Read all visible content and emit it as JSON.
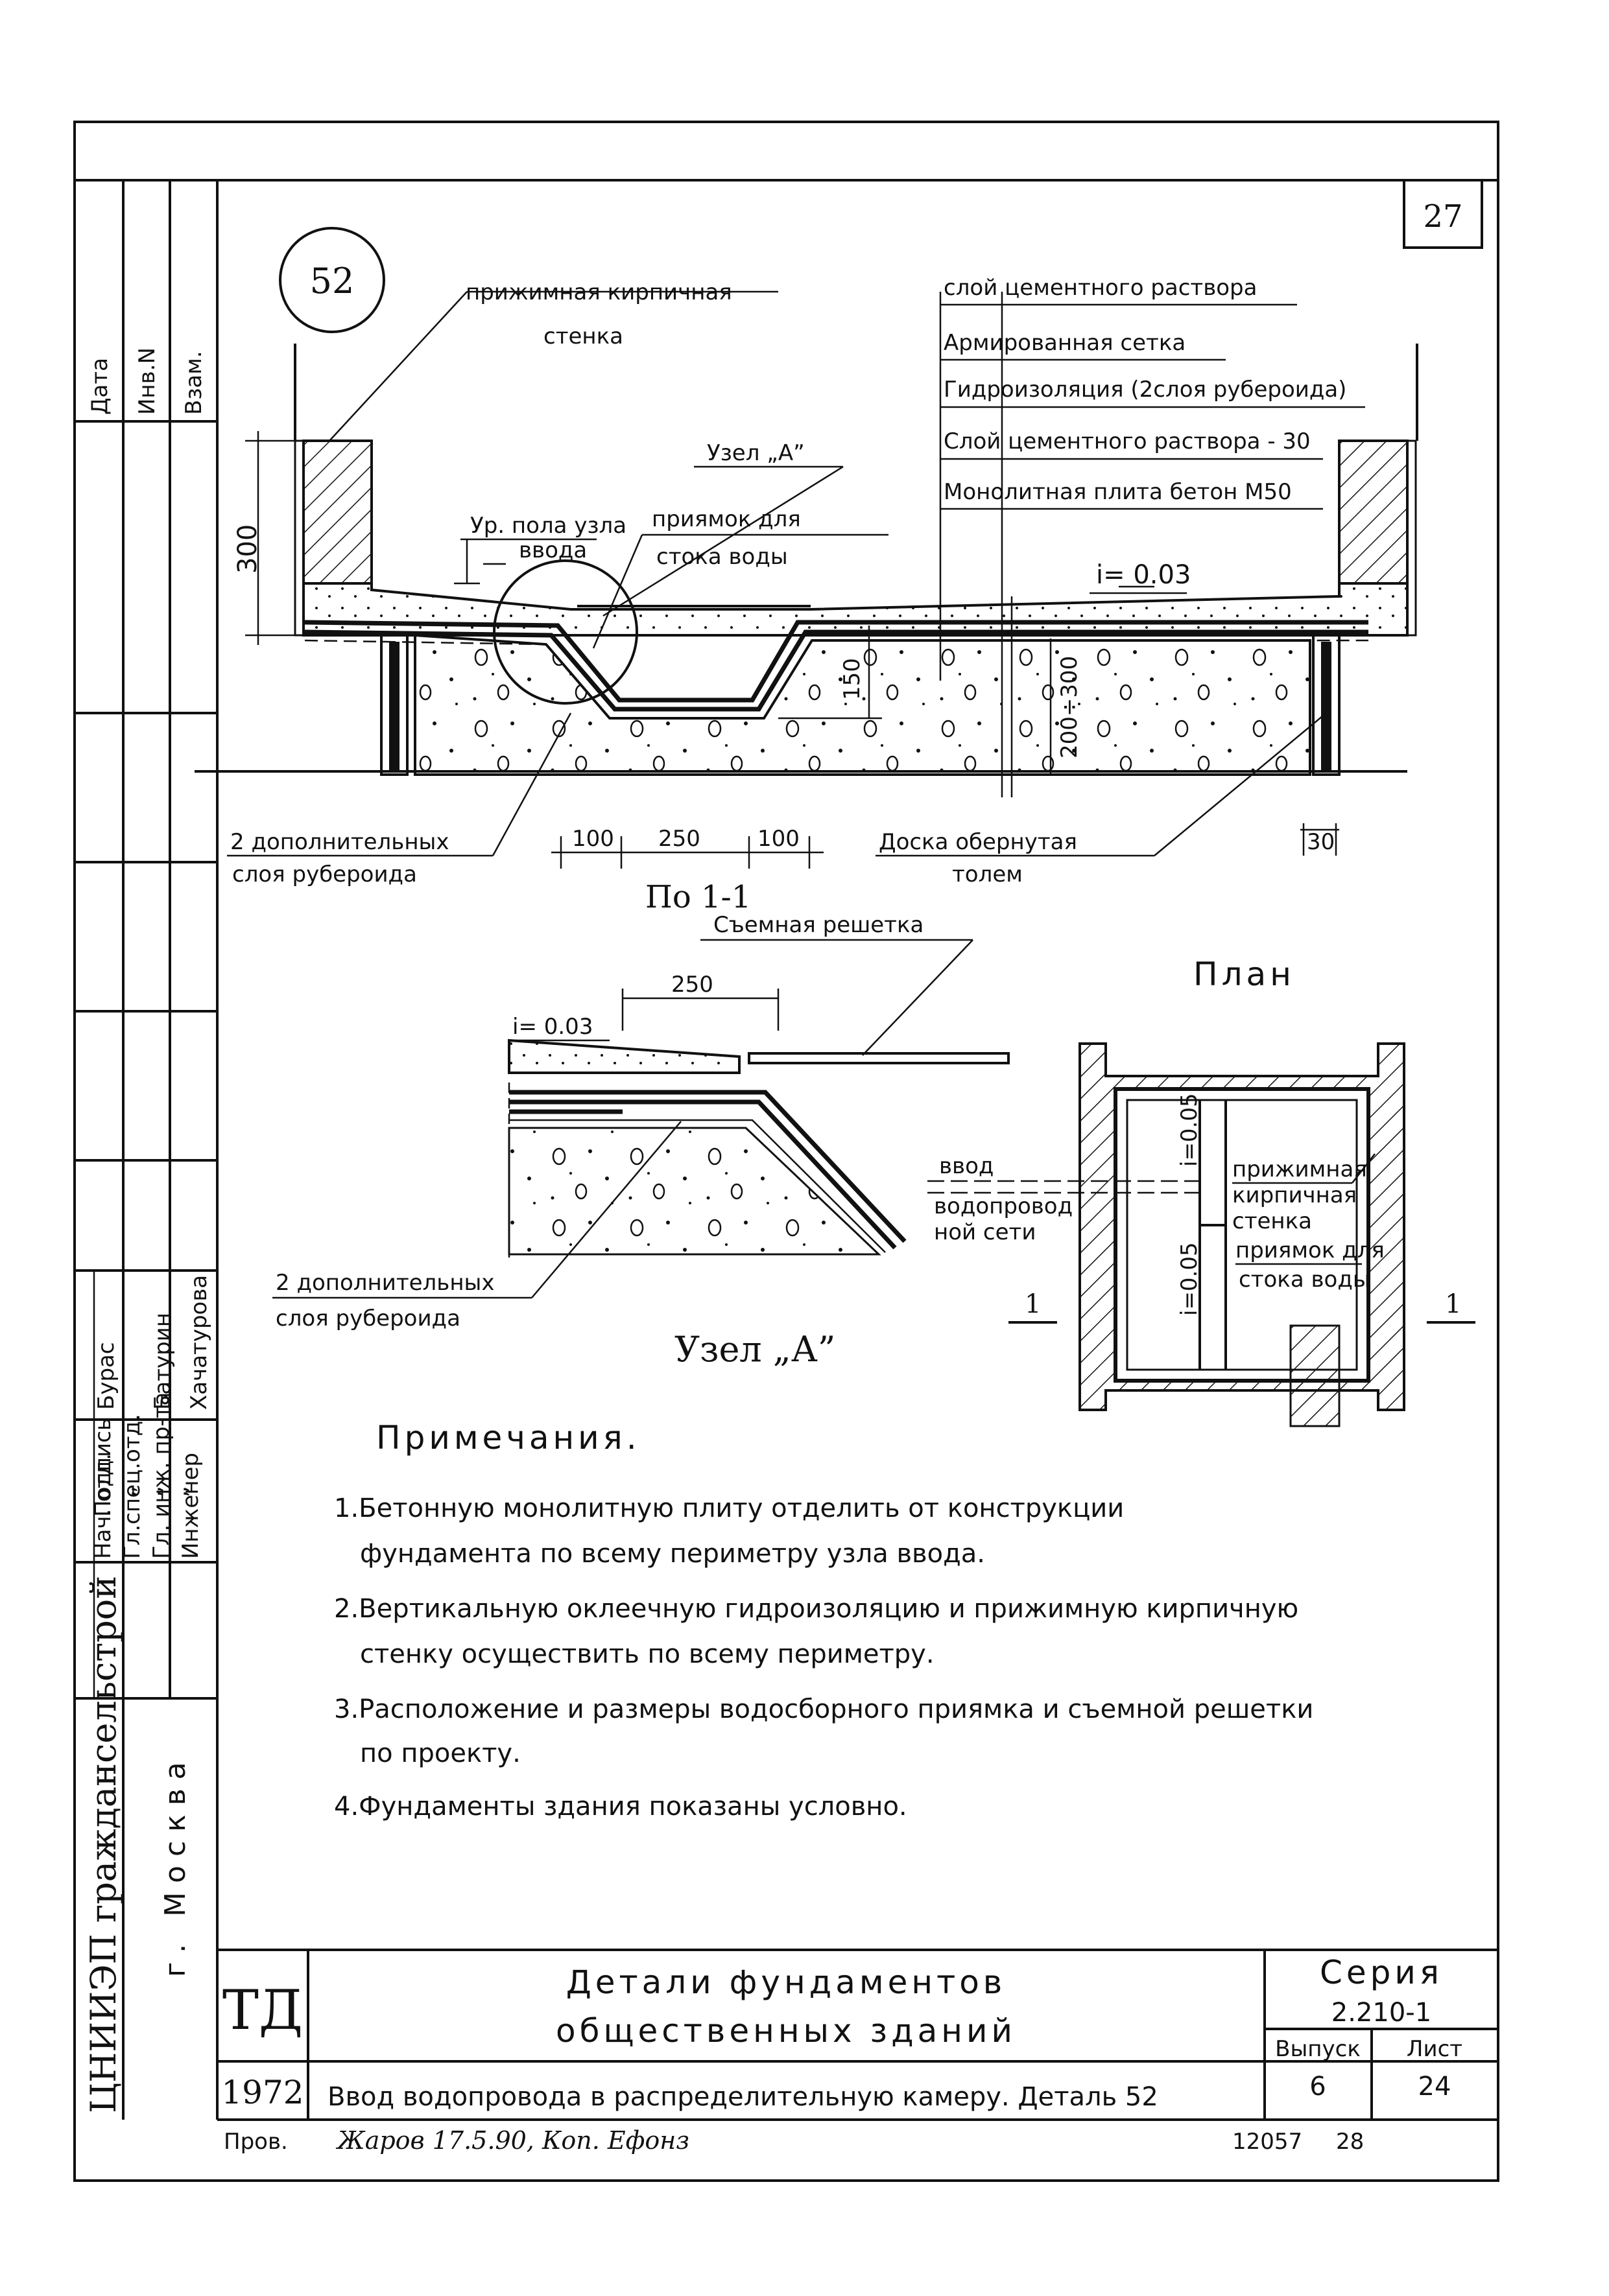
{
  "sheet_number": "27",
  "detail_number": "52",
  "section_labels": {
    "brick_wall": [
      "прижимная кирпичная",
      "стенка"
    ],
    "node_a_ref": "Узел „А”",
    "floor_level": [
      "Ур. пола узла",
      "ввода"
    ],
    "drain_pit": [
      "приямок для",
      "стока воды"
    ],
    "layers": [
      "слой цементного раствора",
      "Армированная сетка",
      "Гидроизоляция (2слоя рубероида)",
      "Слой цементного раствора - 30",
      "Монолитная плита бетон М50"
    ],
    "slope": "i= 0.03",
    "extra_layers": [
      "2 дополнительных",
      "слоя рубероида"
    ],
    "board": [
      "Доска обернутая",
      "толем"
    ]
  },
  "dimensions": {
    "h300": "300",
    "d150": "150",
    "d200_300": "200÷300",
    "w100_left": "100",
    "w250": "250",
    "w100_right": "100",
    "w30": "30",
    "node_250": "250",
    "node_slope": "i= 0.03"
  },
  "section_title": "По 1-1",
  "node_detail": {
    "grate": "Съемная решетка",
    "extra_layers": [
      "2 дополнительных",
      "слоя рубероида"
    ],
    "title": "Узел „А”"
  },
  "plan": {
    "title": "План",
    "inlet": [
      "ввод",
      "водопровод",
      "ной сети"
    ],
    "wall": [
      "прижимная",
      "кирпичная",
      "стенка"
    ],
    "pit": [
      "приямок для",
      "стока воды"
    ],
    "slope_top": "i=0.05",
    "slope_bottom": "i=0.05",
    "cut_left": "1",
    "cut_right": "1"
  },
  "notes": {
    "heading": "Примечания.",
    "items": [
      "1.Бетонную монолитную плиту отделить от конструкции",
      "фундамента по всему периметру узла ввода.",
      "2.Вертикальную оклеечную гидроизоляцию и прижимную кирпичную",
      "стенку осуществить по всему периметру.",
      "3.Расположение и размеры водосборного приямка и съемной решетки",
      "по проекту.",
      "4.Фундаменты здания показаны условно."
    ]
  },
  "side_stamp": {
    "top_cells": [
      "Дата",
      "Инв.N",
      "Взам."
    ],
    "sig_col_roles": [
      "Нач. отд.",
      "Гл.спец.отд.",
      "Гл. инж. пр-та",
      "Инженер"
    ],
    "sig_col_marks": [
      "Подпись",
      "”",
      "”",
      "”"
    ],
    "sig_col_names": [
      "Бурас",
      "",
      "Батурин",
      "Хачатурова"
    ],
    "org": "ЦНИИЭП граждансельстрой",
    "city": "г. Москва"
  },
  "title_block": {
    "td": "ТД",
    "year": "1972",
    "title_line1": "Детали фундаментов",
    "title_line2": "общественных зданий",
    "subtitle": "Ввод водопровода в распределительную камеру. Деталь 52",
    "series_label": "Серия",
    "series_value": "2.210-1",
    "issue_label": "Выпуск",
    "issue_value": "6",
    "sheet_label": "Лист",
    "sheet_value": "24"
  },
  "footer": {
    "checked": "Пров.",
    "signature": "Жаров 17.5.90, Коп. Ефонз",
    "code": "12057",
    "page": "28"
  }
}
